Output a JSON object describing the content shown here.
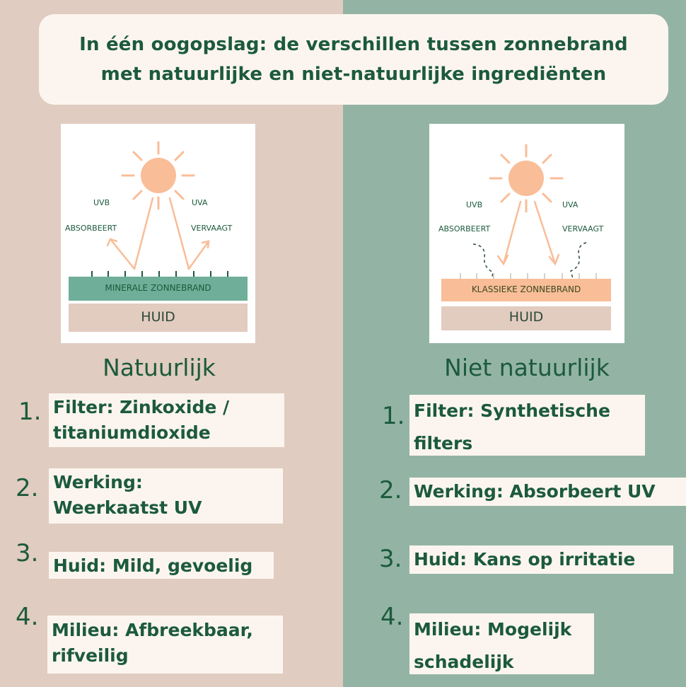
{
  "colors": {
    "left_bg": "#e0ccc0",
    "right_bg": "#93b4a4",
    "card_bg": "#fcf5ef",
    "text_green": "#1c5a3c",
    "sun_orange": "#f9bd98",
    "mineral_green": "#6fae99",
    "skin_beige": "#e2cbbf"
  },
  "title": {
    "line1": "In één oogopslag: de verschillen tussen zonnebrand",
    "line2": "met natuurlijke en niet-natuurlijke ingrediënten"
  },
  "left": {
    "diagram": {
      "uv_left": "UVB",
      "uv_right": "UVA",
      "action_left": "ABSORBEERT",
      "action_right": "VERVAAGT",
      "layer": "MINERALE ZONNEBRAND",
      "skin": "HUID"
    },
    "heading": "Natuurlijk",
    "items": [
      {
        "num": "1.",
        "text": "Filter: Zinkoxide / titaniumdioxide"
      },
      {
        "num": "2.",
        "text": "Werking: Weerkaatst UV"
      },
      {
        "num": "3.",
        "text": "Huid: Mild, gevoelig"
      },
      {
        "num": "4.",
        "text": "Milieu: Afbreekbaar, rifveilig"
      }
    ]
  },
  "right": {
    "diagram": {
      "uv_left": "UVB",
      "uv_right": "UVA",
      "action_left": "ABSORBEERT",
      "action_right": "VERVAAGT",
      "layer": "KLASSIEKE ZONNEBRAND",
      "skin": "HUID"
    },
    "heading": "Niet natuurlijk",
    "items": [
      {
        "num": "1.",
        "text": "Filter: Synthetische filters"
      },
      {
        "num": "2.",
        "text": "Werking: Absorbeert UV"
      },
      {
        "num": "3.",
        "text": "Huid: Kans op irritatie"
      },
      {
        "num": "4.",
        "text": "Milieu: Mogelijk schadelijk"
      }
    ]
  }
}
